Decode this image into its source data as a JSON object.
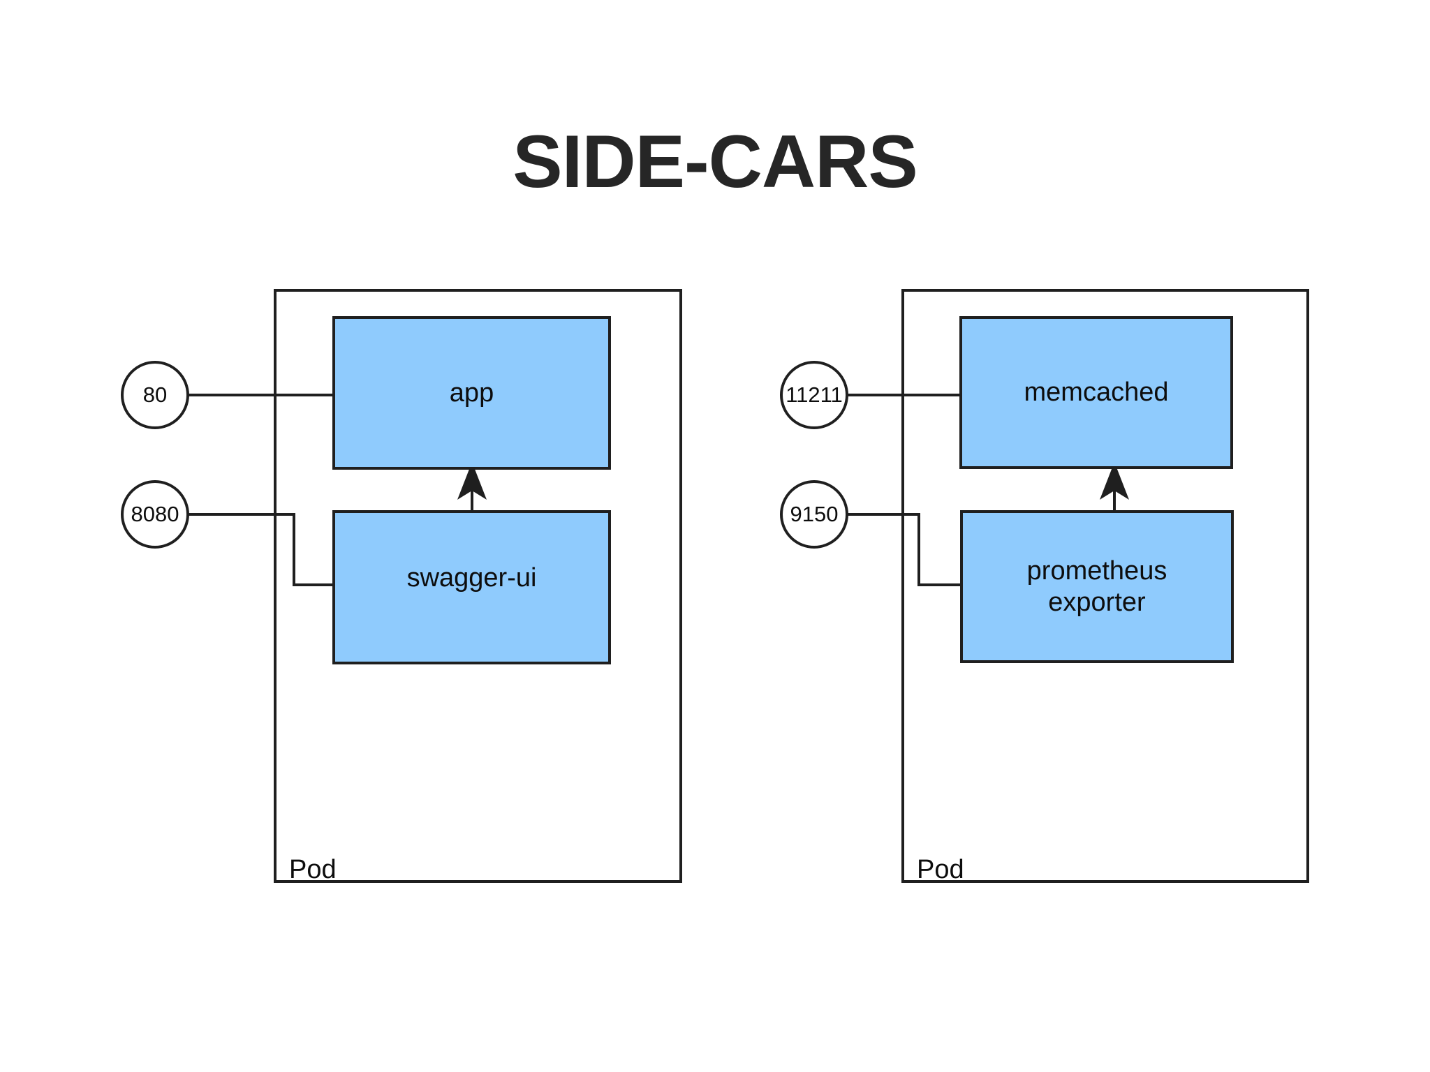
{
  "title": "SIDE-CARS",
  "colors": {
    "container_fill": "#8FCBFD",
    "stroke": "#1f1f1f",
    "background": "#ffffff",
    "title_color": "#262626",
    "text_color": "#0d0d0d"
  },
  "pods": [
    {
      "id": "left-pod",
      "label": "Pod",
      "containers": [
        {
          "id": "app",
          "label": "app"
        },
        {
          "id": "swagger-ui",
          "label": "swagger-ui"
        }
      ],
      "ports": [
        {
          "id": "port-80",
          "label": "80",
          "target": "app"
        },
        {
          "id": "port-8080",
          "label": "8080",
          "target": "swagger-ui"
        }
      ],
      "internal_edges": [
        {
          "from": "swagger-ui",
          "to": "app",
          "arrow": "up"
        }
      ]
    },
    {
      "id": "right-pod",
      "label": "Pod",
      "containers": [
        {
          "id": "memcached",
          "label": "memcached"
        },
        {
          "id": "prometheus-exporter",
          "label": "prometheus\nexporter"
        }
      ],
      "ports": [
        {
          "id": "port-11211",
          "label": "11211",
          "target": "memcached"
        },
        {
          "id": "port-9150",
          "label": "9150",
          "target": "prometheus-exporter"
        }
      ],
      "internal_edges": [
        {
          "from": "prometheus-exporter",
          "to": "memcached",
          "arrow": "up"
        }
      ]
    }
  ]
}
